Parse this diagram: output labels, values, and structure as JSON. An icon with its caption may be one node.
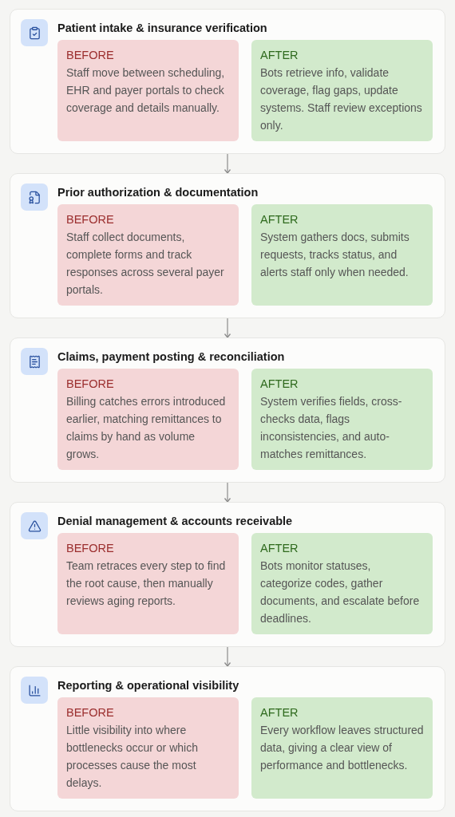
{
  "diagram": {
    "nodes": [
      {
        "text": [
          "Patient intake & insurance verification"
        ]
      },
      {
        "text": [
          "BEFORE",
          "Staff move between scheduling, EHR and payer portals to check coverage and details manually."
        ],
        "in": 0
      },
      {
        "text": [
          "AFTER",
          "Bots retrieve info, validate coverage, flag gaps, update systems. Staff review exceptions only."
        ],
        "in": 0
      },
      {
        "text": [
          "Prior authorization & documentation"
        ]
      },
      {
        "text": [
          "BEFORE",
          "Staff collect documents, complete forms and track responses across several payer portals."
        ],
        "in": 3
      },
      {
        "text": [
          "AFTER",
          "System gathers docs, submits requests, tracks status, and alerts staff only when needed."
        ],
        "in": 3
      },
      {
        "text": [
          "Claims, payment posting & reconciliation"
        ]
      },
      {
        "text": [
          "BEFORE",
          "Billing catches errors introduced earlier, matching remittances to claims by hand as volume grows."
        ],
        "in": 6
      },
      {
        "text": [
          "AFTER",
          "System verifies fields, cross-checks data, flags inconsistencies, and auto-matches remittances."
        ],
        "in": 6
      },
      {
        "text": [
          "Denial management & accounts receivable"
        ]
      },
      {
        "text": [
          "BEFORE",
          "Team retraces every step to find the root cause, then manually reviews aging reports."
        ],
        "in": 9
      },
      {
        "text": [
          "AFTER",
          "Bots monitor statuses, categorize codes, gather documents, and escalate before deadlines."
        ],
        "in": 9
      },
      {
        "text": [
          "Reporting & operational visibility"
        ]
      },
      {
        "text": [
          "BEFORE",
          "Little visibility into where bottlenecks occur or which processes cause the most delays."
        ],
        "in": 12
      },
      {
        "text": [
          "AFTER",
          "Every workflow leaves structured data, giving a clear view of performance and bottlenecks."
        ],
        "in": 12
      }
    ],
    "edges": [
      {
        "from": 0,
        "to": 3,
        "arrow": "to"
      },
      {
        "from": 3,
        "to": 6,
        "arrow": "to"
      },
      {
        "from": 6,
        "to": 9,
        "arrow": "to"
      },
      {
        "from": 9,
        "to": 12,
        "arrow": "to"
      }
    ]
  }
}
